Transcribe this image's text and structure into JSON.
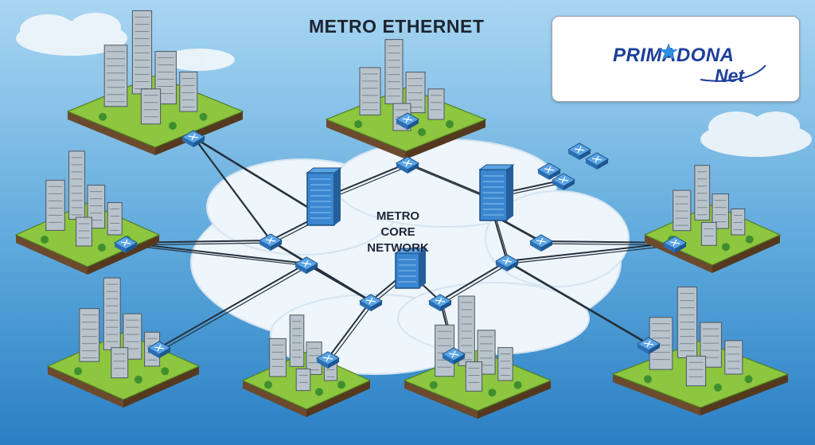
{
  "diagram": {
    "title": "METRO ETHERNET",
    "core_label_line1": "METRO CORE",
    "core_label_line2": "NETWORK"
  },
  "logo": {
    "name": "PRIMADONA",
    "suffix": "Net",
    "brand_color": "#1c3f99",
    "icons": [
      "smiley-icon",
      "star-icon",
      "archipelago-map-icon"
    ]
  },
  "colors": {
    "sky": "#7fc1ec",
    "cloud": "#eef5fb",
    "grass": "#8dc63f",
    "switch": "#2e7fd0",
    "building": "#b9c3cc"
  }
}
